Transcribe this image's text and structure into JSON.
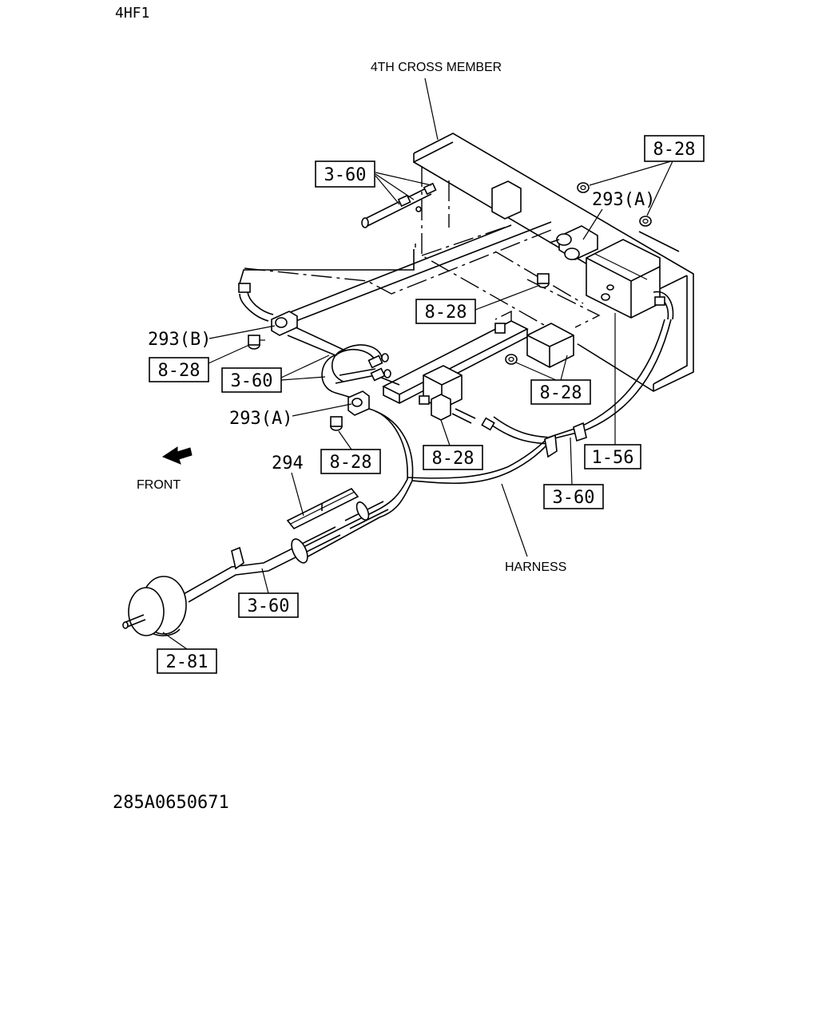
{
  "header": {
    "model_code": "4HF1"
  },
  "footer": {
    "drawing_number": "285A0650671"
  },
  "labels": {
    "cross_member": "4TH CROSS MEMBER",
    "front": "FRONT",
    "harness": "HARNESS"
  },
  "callouts": {
    "ref_8_28_top_right": "8-28",
    "ref_3_60_top": "3-60",
    "ref_293a_top": "293(A)",
    "ref_8_28_mid": "8-28",
    "ref_293b": "293(B)",
    "ref_8_28_left": "8-28",
    "ref_3_60_left": "3-60",
    "ref_8_28_right": "8-28",
    "ref_293a_lower": "293(A)",
    "ref_8_28_center": "8-28",
    "ref_8_28_lower": "8-28",
    "ref_1_56": "1-56",
    "ref_294": "294",
    "ref_3_60_right": "3-60",
    "ref_3_60_bottom": "3-60",
    "ref_2_81": "2-81"
  }
}
